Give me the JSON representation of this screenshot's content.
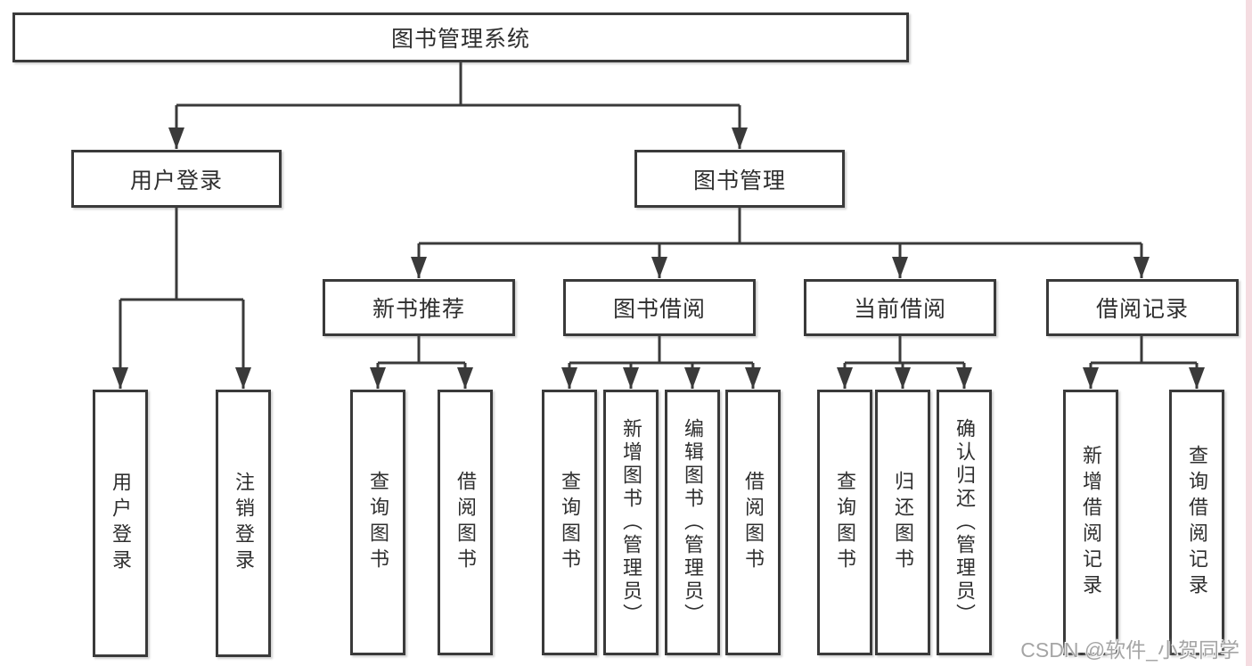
{
  "diagram_title": "图书管理系统",
  "nodes": {
    "root": {
      "label": "图书管理系统"
    },
    "level2": {
      "user_login": {
        "label": "用户登录"
      },
      "book_management": {
        "label": "图书管理"
      }
    },
    "level3": {
      "new_book_recommend": {
        "label": "新书推荐"
      },
      "book_borrow": {
        "label": "图书借阅"
      },
      "current_borrow": {
        "label": "当前借阅"
      },
      "borrow_records": {
        "label": "借阅记录"
      }
    },
    "leaves": {
      "user_login": {
        "label": "用户登录"
      },
      "logout": {
        "label": "注销登录"
      },
      "query_books_rec": {
        "label": "查询图书"
      },
      "borrow_books_rec": {
        "label": "借阅图书"
      },
      "query_books_borrow": {
        "label": "查询图书"
      },
      "add_books_admin": {
        "label": "新增图书（管理员）"
      },
      "edit_books_admin": {
        "label": "编辑图书（管理员）"
      },
      "borrow_books_borrow": {
        "label": "借阅图书"
      },
      "query_books_current": {
        "label": "查询图书"
      },
      "return_books": {
        "label": "归还图书"
      },
      "confirm_return_admin": {
        "label": "确认归还（管理员）"
      },
      "add_borrow_record": {
        "label": "新增借阅记录"
      },
      "query_borrow_record": {
        "label": "查询借阅记录"
      }
    }
  },
  "watermark": {
    "text": "CSDN @软件_小贺同学"
  },
  "colors": {
    "line": "#3a3a3a",
    "box_border": "#3a3a3a",
    "box_fill": "#ffffff",
    "text": "#2f2f2f",
    "watermark": "#a5a5a5",
    "right_edge_strip": "#f5dce1",
    "background": "#ffffff"
  }
}
